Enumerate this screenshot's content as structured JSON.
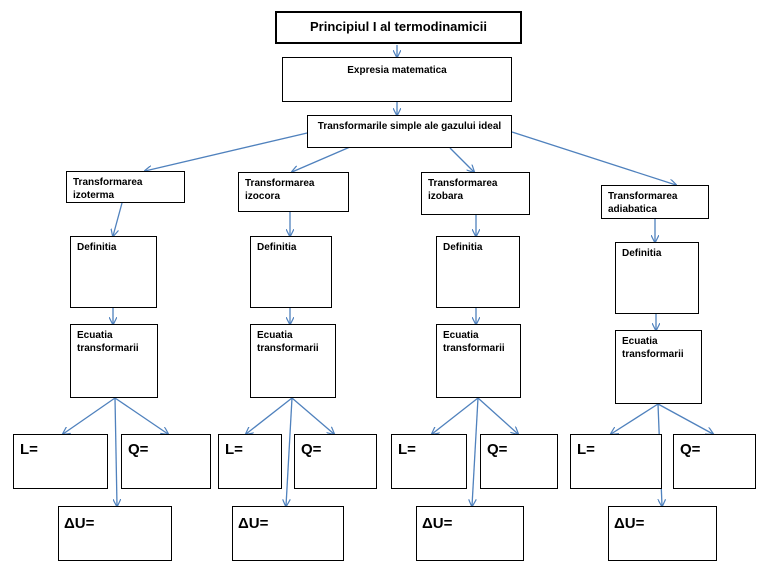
{
  "title": "Principiul I al termodinamicii",
  "expression_box": "Expresia matematica",
  "simple_transformations": "Transformarile simple ale gazului ideal",
  "accent_color": "#4f81bd",
  "columns": [
    {
      "transformation": "Transformarea izoterma",
      "definition": "Definitia",
      "equation": "Ecuatia transformarii",
      "work": "L=",
      "heat": "Q=",
      "energy": "ΔU="
    },
    {
      "transformation": "Transformarea izocora",
      "definition": "Definitia",
      "equation": "Ecuatia transformarii",
      "work": "L=",
      "heat": "Q=",
      "energy": "ΔU="
    },
    {
      "transformation": "Transformarea izobara",
      "definition": "Definitia",
      "equation": "Ecuatia transformarii",
      "work": "L=",
      "heat": "Q=",
      "energy": "ΔU="
    },
    {
      "transformation": "Transformarea adiabatica",
      "definition": "Definitia",
      "equation": "Ecuatia transformarii",
      "work": "L=",
      "heat": "Q=",
      "energy": "ΔU="
    }
  ]
}
